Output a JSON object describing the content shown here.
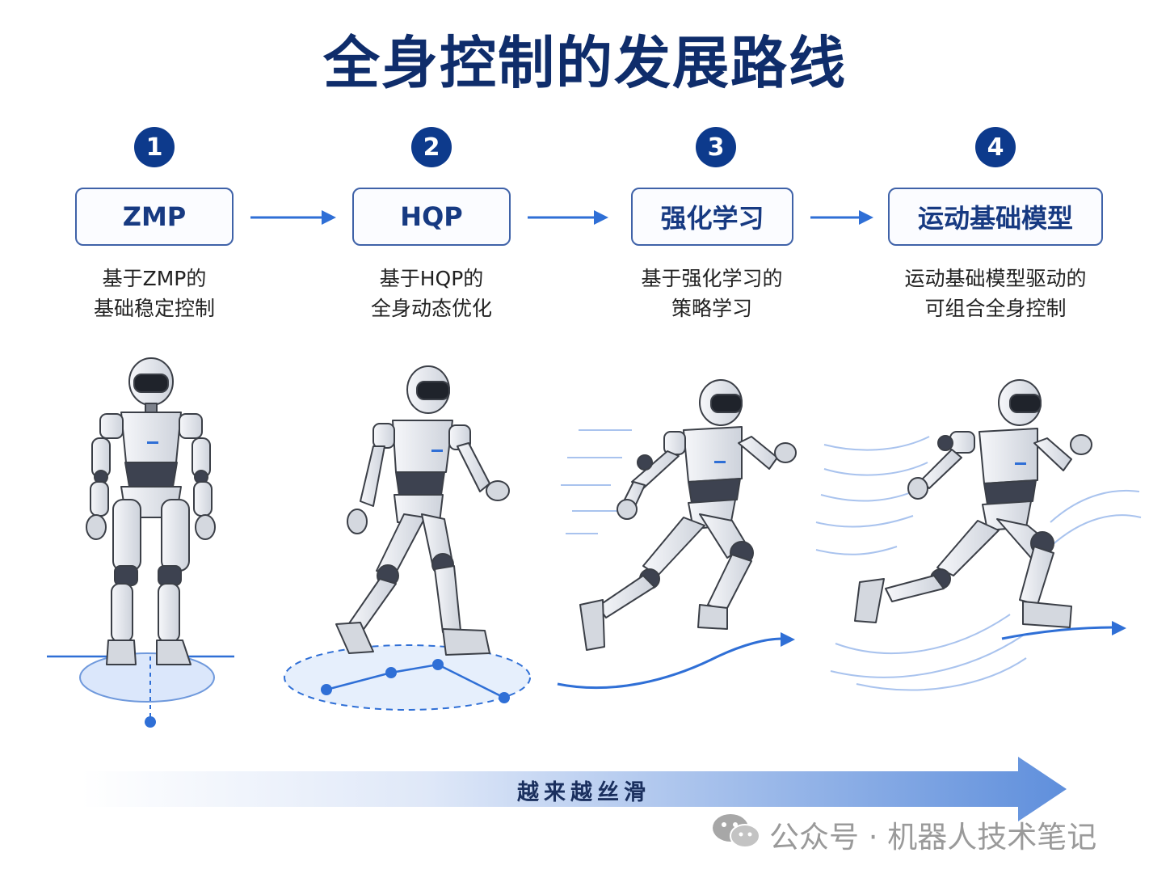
{
  "title": "全身控制的发展路线",
  "stages": [
    {
      "num": "1",
      "label": "ZMP",
      "desc_line1": "基于ZMP的",
      "desc_line2": "基础稳定控制"
    },
    {
      "num": "2",
      "label": "HQP",
      "desc_line1": "基于HQP的",
      "desc_line2": "全身动态优化"
    },
    {
      "num": "3",
      "label": "强化学习",
      "desc_line1": "基于强化学习的",
      "desc_line2": "策略学习"
    },
    {
      "num": "4",
      "label": "运动基础模型",
      "desc_line1": "运动基础模型驱动的",
      "desc_line2": "可组合全身控制"
    }
  ],
  "progress_label": "越来越丝滑",
  "watermark": "公众号 · 机器人技术笔记",
  "colors": {
    "primary": "#0d3a8c",
    "accent": "#2f6fd6",
    "box_border": "#3f62a8"
  }
}
